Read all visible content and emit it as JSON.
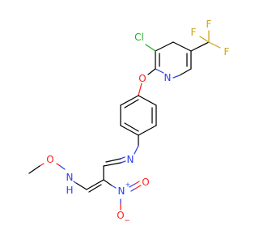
{
  "molecule": {
    "atoms": {
      "cl": "Cl",
      "f_top": "F",
      "f_right": "F",
      "f_mid": "F",
      "n_pyridine": "N",
      "o_ether": "O",
      "n_imine": "N",
      "n_amine": "N",
      "h_amine": "H",
      "o_methoxy": "O",
      "n_nitro": "N",
      "n_nitro_charge": "+",
      "o_nitro_right": "O",
      "o_nitro_bottom": "O",
      "o_nitro_bottom_charge": "−"
    },
    "colors": {
      "carbon_bond": "#000000",
      "nitrogen": "#2f3ee8",
      "oxygen": "#ff1e1e",
      "chlorine": "#1fae1f",
      "fluorine": "#c9a51a"
    }
  }
}
